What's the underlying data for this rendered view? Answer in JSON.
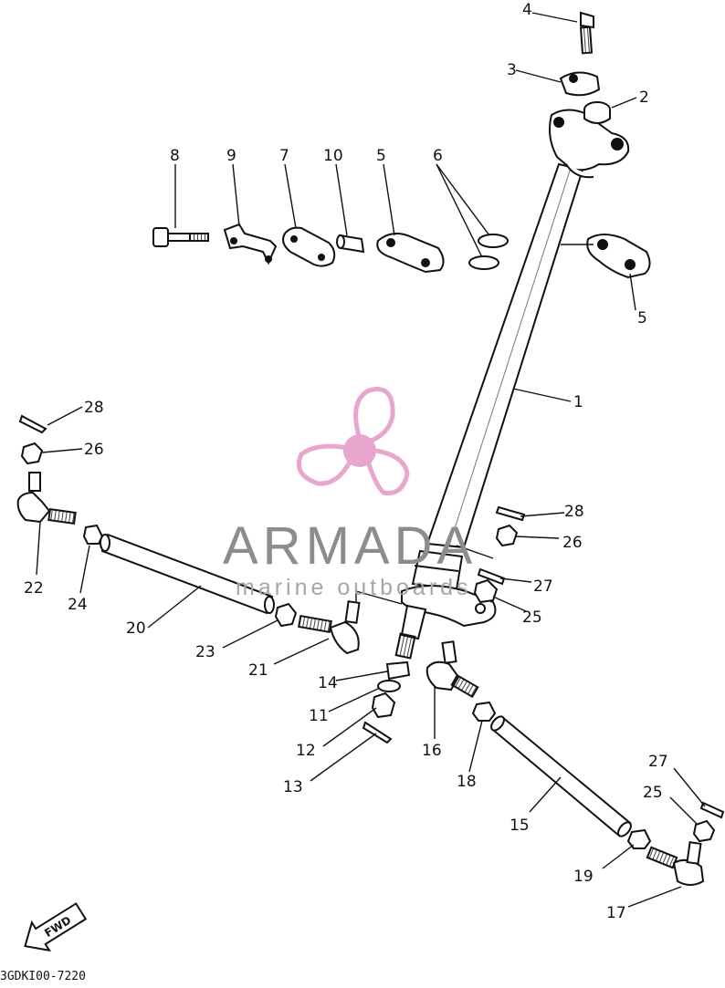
{
  "diagram": {
    "drawing_code": "3GDKI00-7220",
    "forward_label": "FWD",
    "callouts": [
      "1",
      "2",
      "3",
      "4",
      "5",
      "5",
      "6",
      "7",
      "8",
      "9",
      "10",
      "11",
      "12",
      "13",
      "14",
      "15",
      "16",
      "17",
      "18",
      "19",
      "20",
      "21",
      "22",
      "23",
      "24",
      "25",
      "25",
      "26",
      "26",
      "27",
      "27",
      "28",
      "28"
    ]
  },
  "watermark": {
    "brand": "ARMADA",
    "tagline": "marine outboards",
    "logo_color": "#e8a6cf"
  },
  "colors": {
    "line": "#111111",
    "background": "#ffffff"
  }
}
